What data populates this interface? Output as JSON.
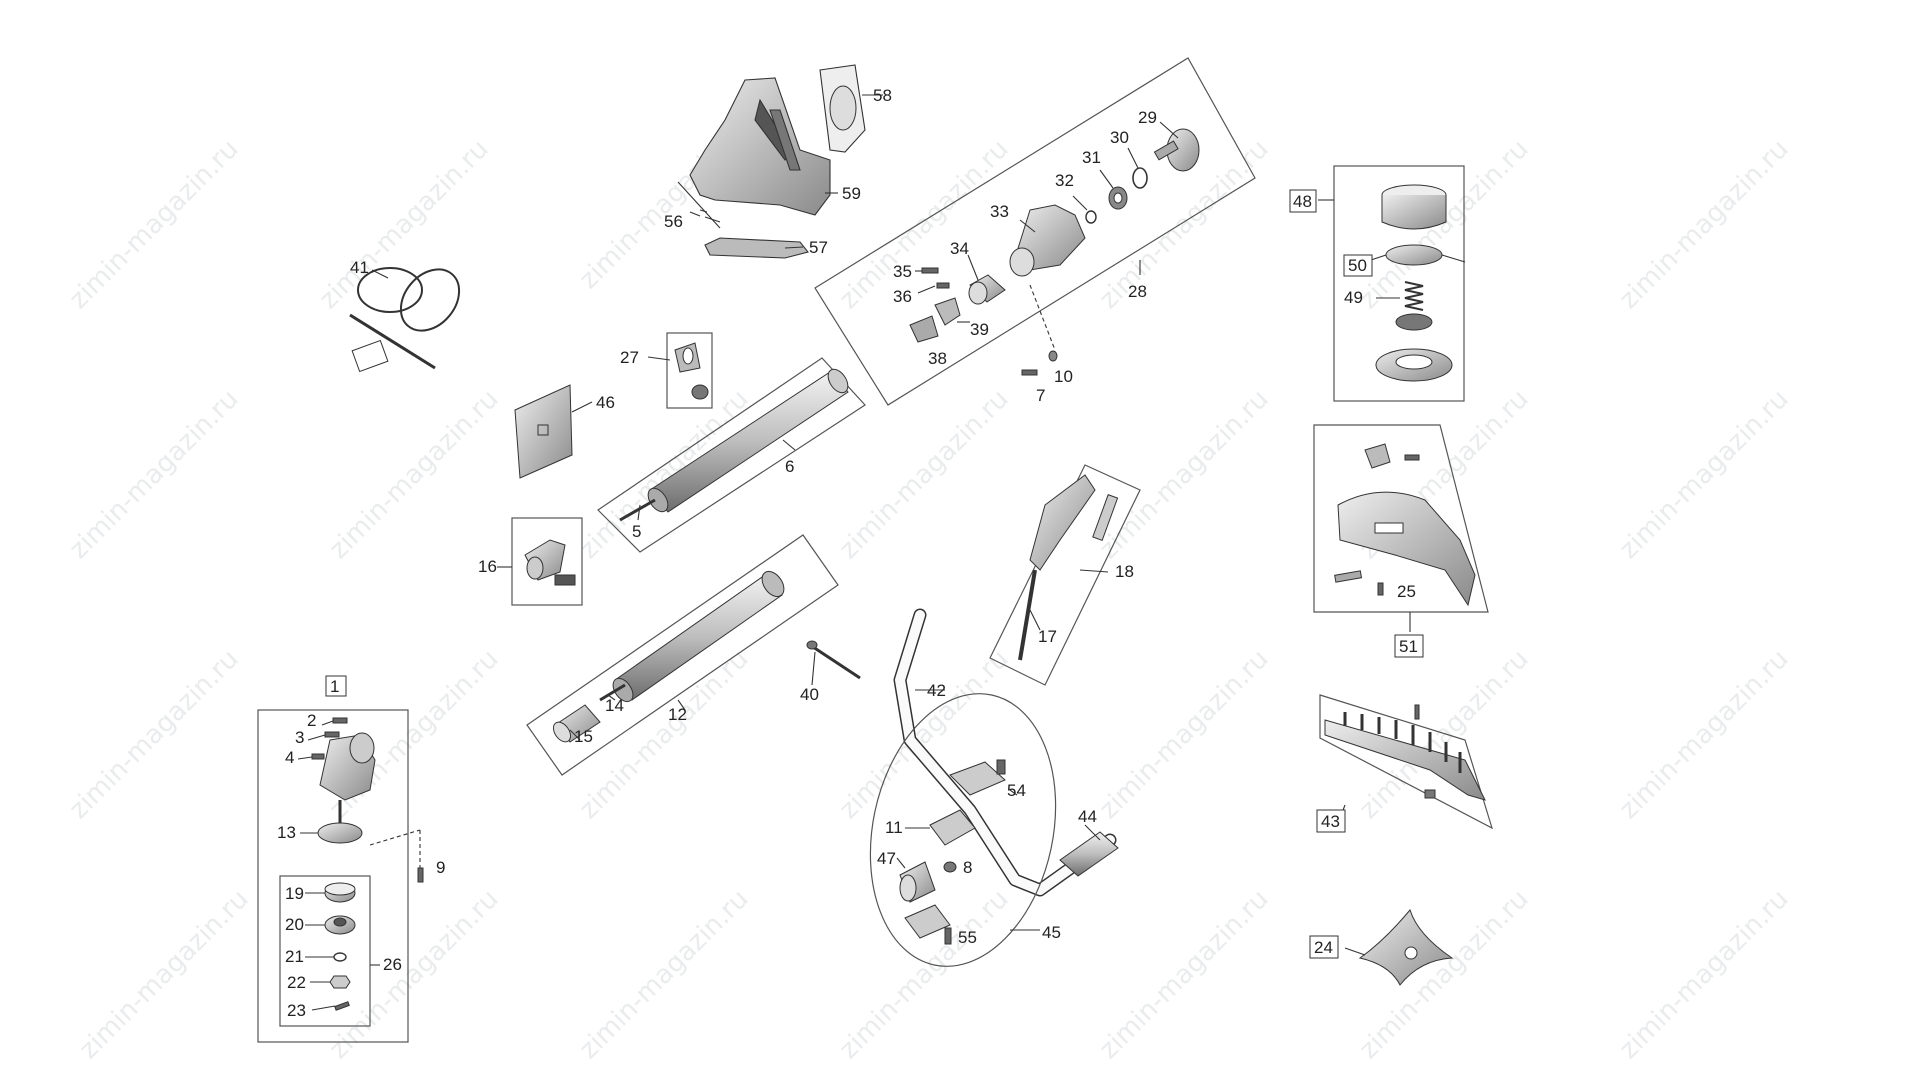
{
  "watermark": "zimin-magazin.ru",
  "labels": {
    "p1": "1",
    "p2": "2",
    "p3": "3",
    "p4": "4",
    "p5": "5",
    "p6": "6",
    "p7": "7",
    "p8": "8",
    "p9": "9",
    "p10": "10",
    "p11": "11",
    "p12": "12",
    "p13": "13",
    "p14": "14",
    "p15": "15",
    "p16": "16",
    "p17": "17",
    "p18": "18",
    "p19": "19",
    "p20": "20",
    "p21": "21",
    "p22": "22",
    "p23": "23",
    "p24": "24",
    "p25": "25",
    "p26": "26",
    "p27": "27",
    "p28": "28",
    "p29": "29",
    "p30": "30",
    "p31": "31",
    "p32": "32",
    "p33": "33",
    "p34": "34",
    "p35": "35",
    "p36": "36",
    "p38": "38",
    "p39": "39",
    "p40": "40",
    "p41": "41",
    "p42": "42",
    "p43": "43",
    "p44": "44",
    "p45": "45",
    "p46": "46",
    "p47": "47",
    "p48": "48",
    "p49": "49",
    "p50": "50",
    "p51": "51",
    "p54": "54",
    "p55": "55",
    "p56": "56",
    "p57": "57",
    "p58": "58",
    "p59": "59"
  }
}
